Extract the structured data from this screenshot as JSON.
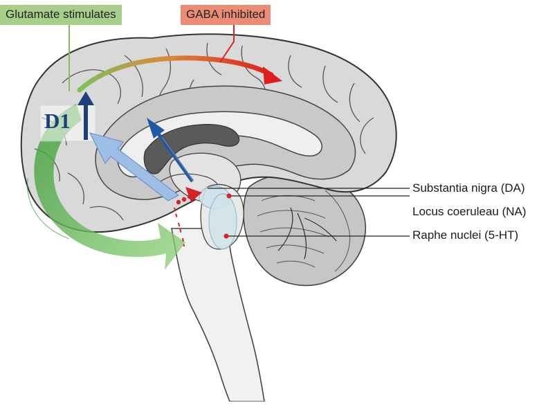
{
  "tags": {
    "glutamate": "Glutamate stimulates",
    "gaba": "GABA inhibited"
  },
  "receptor": "D1",
  "structures": [
    {
      "label": "Substantia nigra (DA)"
    },
    {
      "label": "Locus coeruleau (NA)"
    },
    {
      "label": "Raphe nuclei (5-HT)"
    }
  ],
  "colors": {
    "glutamate_tag": "#a8cf8a",
    "gaba_tag": "#ec8c76",
    "excitation_arrow": "#5cae4e",
    "inhibition_arrow": "#e02020",
    "dopamine_arrow": "#1f5aa8",
    "projection_arrow": "#9dbfe6",
    "nucleus_dot": "#d6202a",
    "brain_fill": "#d9d9d9"
  }
}
